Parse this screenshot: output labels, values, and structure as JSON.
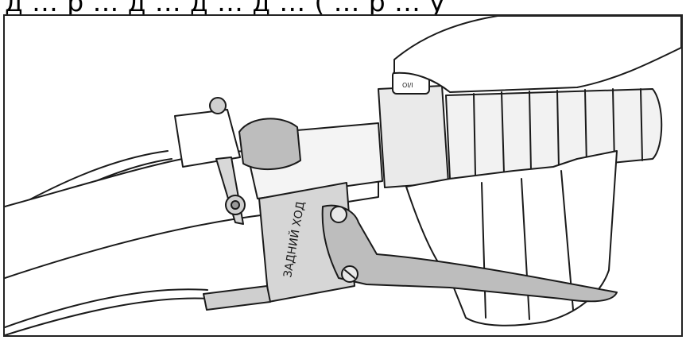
{
  "caption": {
    "text": "д ... р ... д ... д ... д ... ( ... р ... у"
  },
  "illustration": {
    "switch_label": "OI/I",
    "lever_label": "ЗАДНИЙ ХОД"
  },
  "colors": {
    "stroke": "#1a1a1a",
    "metal": "#b9b9b9",
    "lever": "#bdbdbd",
    "hand": "#ffffff",
    "grip": "#f2f2f2"
  }
}
